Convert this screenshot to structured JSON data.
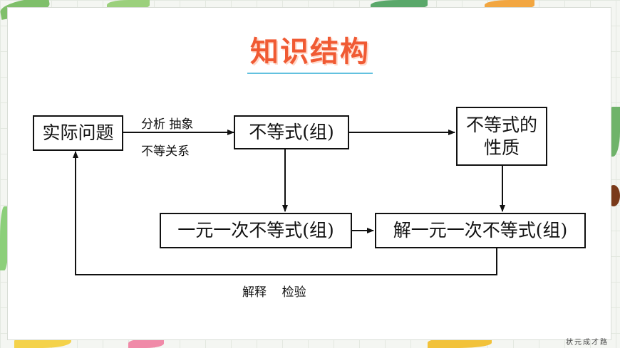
{
  "title": "知识结构",
  "nodes": {
    "real_problem": "实际问题",
    "inequality_group": "不等式(组)",
    "properties": "不等式的\n性质",
    "linear_inequality": "一元一次不等式(组)",
    "solve_linear_inequality": "解一元一次不等式(组)"
  },
  "edge_labels": {
    "analyze_abstract": "分析 抽象",
    "inequality_relation": "不等关系",
    "explain_check": "解释    检验"
  },
  "signature": "状元成才路",
  "colors": {
    "title": "#f05a33",
    "underline": "#62c1df",
    "line": "#111111"
  }
}
